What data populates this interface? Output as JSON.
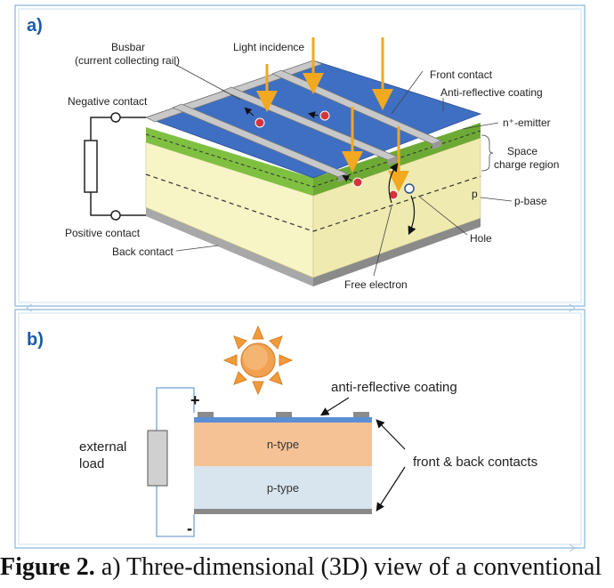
{
  "figure": {
    "panel_a": {
      "tag": "a)",
      "labels": {
        "busbar": "Busbar",
        "busbar_sub": "(current collecting rail)",
        "light": "Light incidence",
        "front_contact": "Front contact",
        "arc": "Anti-reflective coating",
        "negative": "Negative contact",
        "emitter": "n⁺-emitter",
        "space1": "Space",
        "space2": "charge region",
        "p": "p",
        "pbase": "p-base",
        "positive": "Positive contact",
        "hole": "Hole",
        "back_contact": "Back contact",
        "free_electron": "Free electron"
      }
    },
    "panel_b": {
      "tag": "b)",
      "labels": {
        "plus": "+",
        "minus": "-",
        "arc": "anti-reflective coating",
        "load1": "external",
        "load2": "load",
        "ntype": "n-type",
        "ptype": "p-type",
        "contacts": "front & back contacts"
      }
    },
    "caption": {
      "label": "Figure 2.",
      "text": " a) Three-dimensional (3D) view of a conventional"
    }
  },
  "colors": {
    "frame": "#9fc3e0",
    "tag": "#1c5aa8",
    "wafer_blue": "#3e6fc2",
    "grid": "#b5b5b5",
    "green": "#7fc041",
    "base": "#f7f4c6",
    "arrow": "#f2a81f",
    "ntype": "#f5c295",
    "ptype": "#d8e5ef",
    "sun": "#f09a3a"
  }
}
